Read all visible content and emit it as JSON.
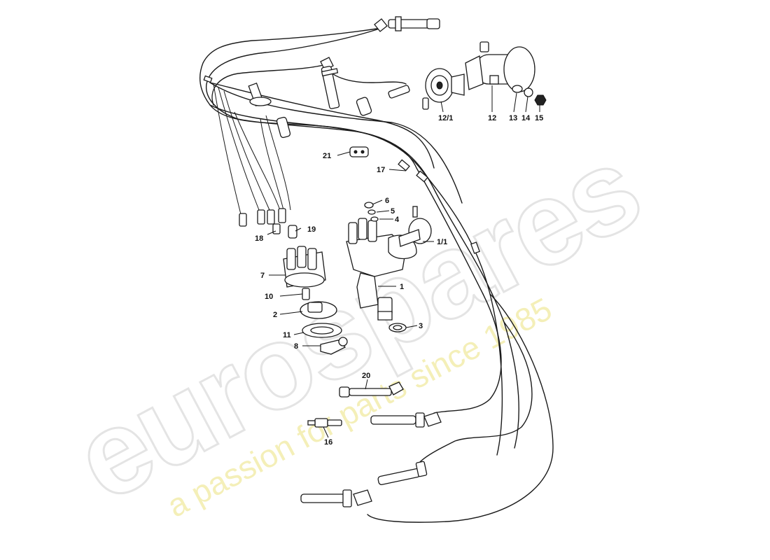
{
  "watermark": {
    "brand": "eurospares",
    "tagline": "a passion for parts since 1985"
  },
  "callouts": {
    "c1": "1",
    "c1_1": "1/1",
    "c2": "2",
    "c3": "3",
    "c4": "4",
    "c5": "5",
    "c6": "6",
    "c7": "7",
    "c8": "8",
    "c10": "10",
    "c11": "11",
    "c12": "12",
    "c12_1": "12/1",
    "c13": "13",
    "c14": "14",
    "c15": "15",
    "c16": "16",
    "c17": "17",
    "c18": "18",
    "c19": "19",
    "c20": "20",
    "c21": "21"
  },
  "colors": {
    "line": "#1a1a1a",
    "watermark_outline": "#e4e4e4",
    "watermark_tagline": "#f4efb8"
  }
}
